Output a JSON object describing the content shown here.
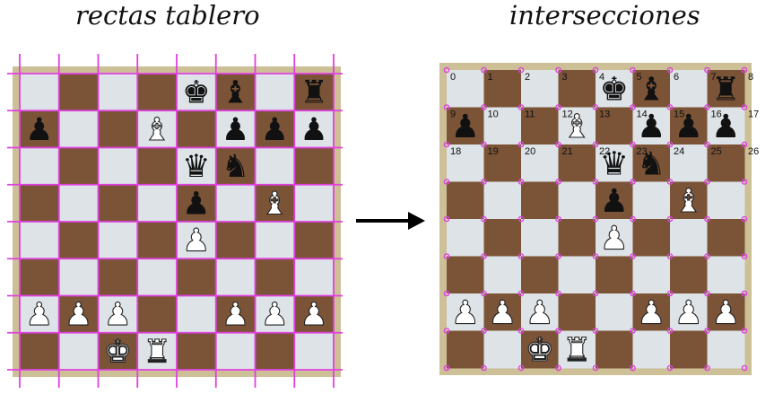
{
  "titles": {
    "left": "rectas tablero",
    "right": "intersecciones"
  },
  "colors": {
    "light": "#dde3e6",
    "dark": "#7b5437",
    "board_edge": "#cdbf96",
    "grid_line": "#e040e0",
    "arrow": "#000000",
    "piece_white": "#ffffff",
    "piece_black": "#111111"
  },
  "board": [
    [
      "",
      "",
      "",
      "",
      "k",
      "b",
      "",
      "r"
    ],
    [
      "p",
      "",
      "",
      "B",
      "",
      "p",
      "p",
      "p"
    ],
    [
      "",
      "",
      "",
      "",
      "q",
      "n",
      "",
      ""
    ],
    [
      "",
      "",
      "",
      "",
      "p",
      "",
      "B",
      ""
    ],
    [
      "",
      "",
      "",
      "",
      "P",
      "",
      "",
      ""
    ],
    [
      "",
      "",
      "",
      "",
      "",
      "",
      "",
      ""
    ],
    [
      "P",
      "P",
      "P",
      "",
      "",
      "P",
      "P",
      "P"
    ],
    [
      "",
      "",
      "K",
      "R",
      "",
      "",
      "",
      ""
    ]
  ],
  "intersection_labels": [
    "0",
    "1",
    "2",
    "3",
    "4",
    "5",
    "6",
    "7",
    "8",
    "9",
    "10",
    "11",
    "12",
    "13",
    "14",
    "15",
    "16",
    "17",
    "18",
    "19",
    "20",
    "21",
    "22",
    "23",
    "24",
    "25",
    "26"
  ],
  "arrow_icon": "right-arrow-icon"
}
